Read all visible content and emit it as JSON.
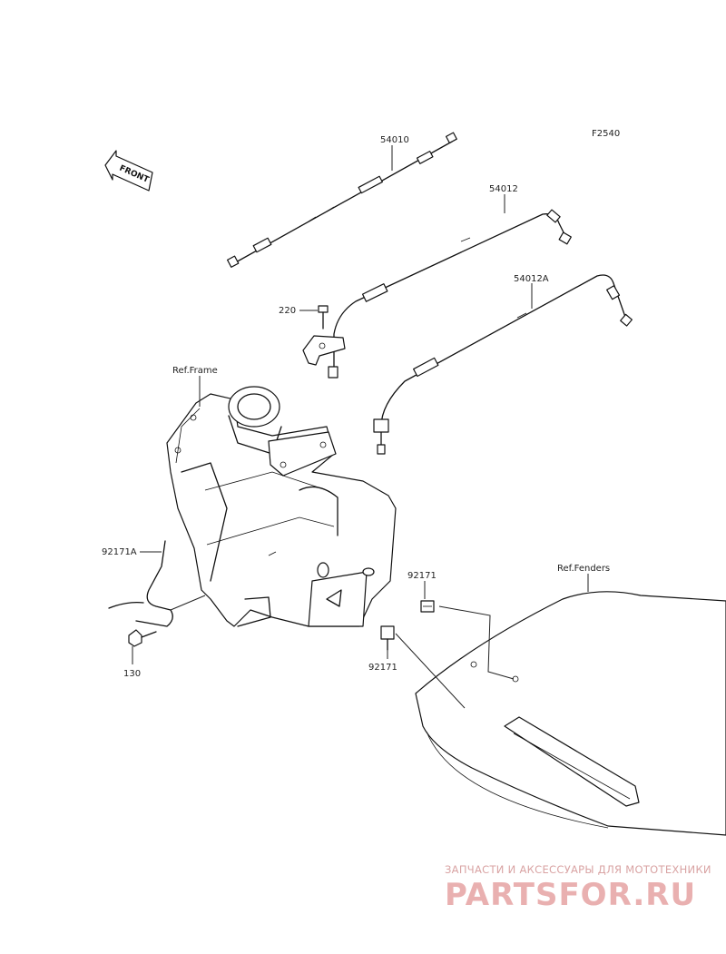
{
  "figure_code": "F2540",
  "front_arrow": {
    "label": "FRONT"
  },
  "parts": [
    {
      "id": "p-54010",
      "number": "54010"
    },
    {
      "id": "p-54012",
      "number": "54012"
    },
    {
      "id": "p-54012a",
      "number": "54012A"
    },
    {
      "id": "p-220",
      "number": "220"
    },
    {
      "id": "p-92171a",
      "number": "92171A"
    },
    {
      "id": "p-130",
      "number": "130"
    },
    {
      "id": "p-92171-top",
      "number": "92171"
    },
    {
      "id": "p-92171-bottom",
      "number": "92171"
    }
  ],
  "references": {
    "frame": "Ref.Frame",
    "fenders": "Ref.Fenders"
  },
  "watermark": {
    "tagline": "ЗАПЧАСТИ И АКСЕССУАРЫ ДЛЯ МОТОТЕХНИКИ",
    "brand": "PARTSFOR.RU",
    "brand_color": "#e9b0b0"
  }
}
